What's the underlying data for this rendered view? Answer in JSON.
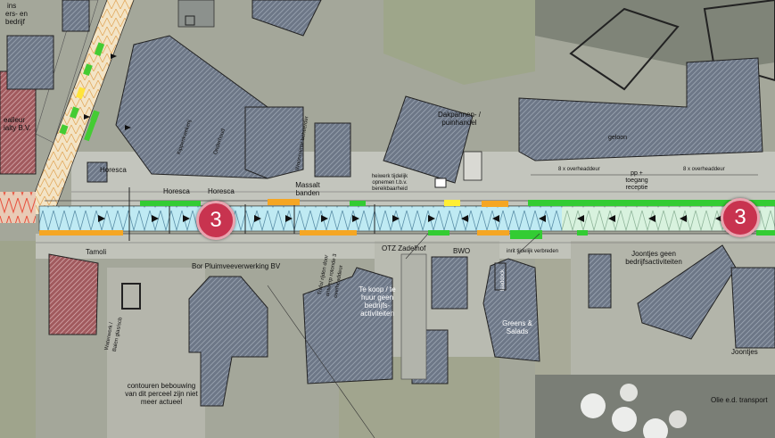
{
  "labels": {
    "partial_top_left_1": "ins",
    "partial_top_left_2": "ers- en",
    "partial_top_left_3": "bedrijf",
    "partial_left_1": "ealleur",
    "partial_left_2": "ialty B.V.",
    "horesca_1": "Horesca",
    "horesca_2": "Horesca",
    "horesca_3": "Horesca",
    "massalt_banden": "Massalt banden",
    "heiwerk": "heiwerk tijdelijk opnemen t.b.v. bereikbaarheid",
    "dakpannen": "Dakpannen- / puinhandel",
    "geloon": "geloon",
    "overheaddeur_1": "8 x overheaddeur",
    "pp_toegang": "pp + toegang receptie",
    "overheaddeur_2": "8 x overheaddeur",
    "tamoli": "Tamoli",
    "bor_pluimvee": "Bor Pluimveeverwerking BV",
    "otz": "OTZ Zadelhof",
    "bwo": "BWO",
    "inrit": "inrit tijdelijk verbreden",
    "joontjes_geen": "Joontjes geen bedrijfsactiviteiten",
    "te_koop": "Te koop / te huur geen bedrijfs-activiteiten",
    "greens": "Greens & Salads",
    "joontjes": "Joontjes",
    "olie": "Olie e.d. transport",
    "contouren": "contouren bebouwing van dit perceel zijn niet meer actueel",
    "vertical_1": "Kippenkwekerij",
    "vertical_2": "Onderhoud",
    "vertical_3": "Woonruimte beheerder",
    "vertical_4": "Trafo/ rijden door ontwerp rotonde 3 overheaddeur",
    "vertical_5": "Waterwerk / Balen glas/scb",
    "vertical_6": "laaddock"
  },
  "badges": [
    {
      "id": "badge-left",
      "text": "3"
    },
    {
      "id": "badge-right",
      "text": "3"
    }
  ],
  "colors": {
    "road_stripe": "#b4e6f2",
    "road_stripe_light": "#d9f4e0",
    "parking_green": "#33cc33",
    "parking_orange": "#f5a623",
    "parking_yellow": "#ffee33",
    "badge": "#c8334f",
    "building": "#5e6878",
    "red_building": "#a86a6a",
    "grass": "#a9ad8f",
    "pavement": "#c6c7c0"
  }
}
